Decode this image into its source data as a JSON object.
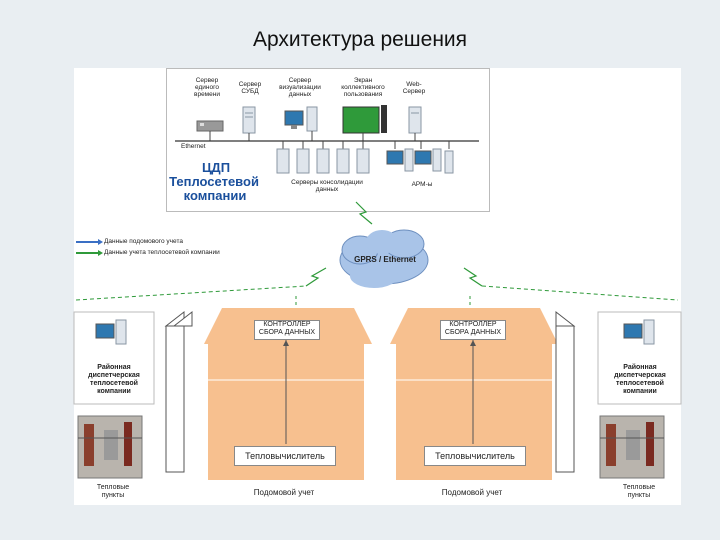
{
  "title": "Архитектура решения",
  "top_block": {
    "server_single_time": "Сервер единого времени",
    "server_dbms": "Сервер СУБД",
    "server_visualization": "Сервер визуализации данных",
    "collective_screen": "Экран коллективного пользования",
    "web_server": "Web-Сервер",
    "ethernet": "Ethernet",
    "cdp_line1": "ЦДП",
    "cdp_line2": "Теплосетевой",
    "cdp_line3": "компании",
    "consolidation_servers": "Серверы консолидации данных",
    "arm": "АРМ-ы"
  },
  "legend": {
    "item1": "Данные подомового учета",
    "item2": "Данные учета теплосетевой компании",
    "color1": "#3a6fc4",
    "color2": "#2f9a3a"
  },
  "cloud_label": "GPRS / Ethernet",
  "left_dispatch": "Районная диспетчерская теплосетевой компании",
  "right_dispatch": "Районная диспетчерская теплосетевой компании",
  "controller_left": "КОНТРОЛЛЕР СБОРА ДАННЫХ",
  "controller_right": "КОНТРОЛЛЕР СБОРА ДАННЫХ",
  "heat_calc_left": "Тепловычислитель",
  "heat_calc_right": "Тепловычислитель",
  "heat_points_left": "Тепловые пункты",
  "heat_points_right": "Тепловые пункты",
  "metering_left": "Подомовой учет",
  "metering_right": "Подомовой учет",
  "colors": {
    "house": "#f7c08f",
    "cloud": "#a9c4e8",
    "cdp_text": "#1a4f9c"
  }
}
